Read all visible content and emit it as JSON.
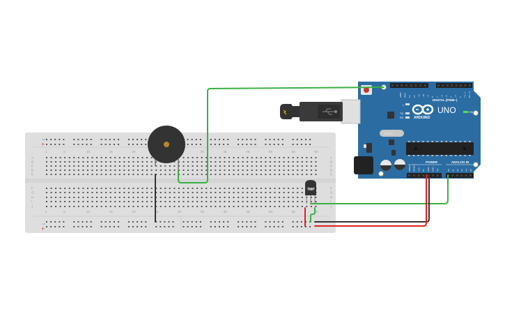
{
  "workspace": {
    "title": "Circuit design canvas",
    "background": "#ffffff"
  },
  "breadboard": {
    "name": "Full breadboard",
    "row_labels_top": [
      "A",
      "B",
      "C",
      "D",
      "E"
    ],
    "row_labels_bottom": [
      "F",
      "G",
      "H",
      "I",
      "J"
    ],
    "column_numbers": [
      "1",
      "5",
      "10",
      "15",
      "20",
      "25",
      "30",
      "35",
      "40",
      "45",
      "50",
      "55",
      "60"
    ],
    "rail_minus": "−",
    "rail_plus": "+",
    "colors": {
      "body": "#dedede",
      "hole": "#555555",
      "rail_minus": "#4a90d9",
      "rail_plus": "#e05050"
    }
  },
  "components": {
    "buzzer": {
      "name": "Piezo buzzer",
      "color": "#333333",
      "center_color": "#b8862c"
    },
    "temp_sensor": {
      "name": "Temperature sensor",
      "label": "TMP",
      "color": "#333333"
    },
    "usb_cable": {
      "name": "USB cable",
      "icon": "usb-symbol",
      "color": "#333333"
    }
  },
  "arduino": {
    "model": "UNO",
    "brand": "ARDUINO",
    "header_digital": "DIGITAL (PWM~)",
    "header_power": "POWER",
    "header_analog": "ANALOG IN",
    "on_label": "ON",
    "led_labels": [
      "L",
      "TX",
      "RX"
    ],
    "digital_pins": [
      "AREF",
      "GND",
      "13",
      "12",
      "~11",
      "~10",
      "~9",
      "8",
      "7",
      "~6",
      "~5",
      "4",
      "~3",
      "2",
      "TX→1",
      "RX←0"
    ],
    "power_pins": [
      "IOREF",
      "RESET",
      "3.3V",
      "5V",
      "GND",
      "GND",
      "Vin"
    ],
    "analog_pins": [
      "A0",
      "A1",
      "A2",
      "A3",
      "A4",
      "A5"
    ],
    "crystal_label": "16.000",
    "colors": {
      "board": "#2b6ca3",
      "header": "#222222",
      "reset": "#c0392b",
      "on_led": "#55e055"
    }
  },
  "wires": [
    {
      "name": "buzzer-to-pin-12",
      "color": "#3cb043"
    },
    {
      "name": "sensor-to-A0",
      "color": "#3cb043"
    },
    {
      "name": "sensor-vout-jumper",
      "color": "#3cb043"
    },
    {
      "name": "5V-to-rail",
      "color": "#e02020"
    },
    {
      "name": "GND-to-rail",
      "color": "#333333"
    },
    {
      "name": "rail-to-sensor-power",
      "color": "#e02020"
    },
    {
      "name": "buzzer-to-ground",
      "color": "#333333"
    }
  ]
}
